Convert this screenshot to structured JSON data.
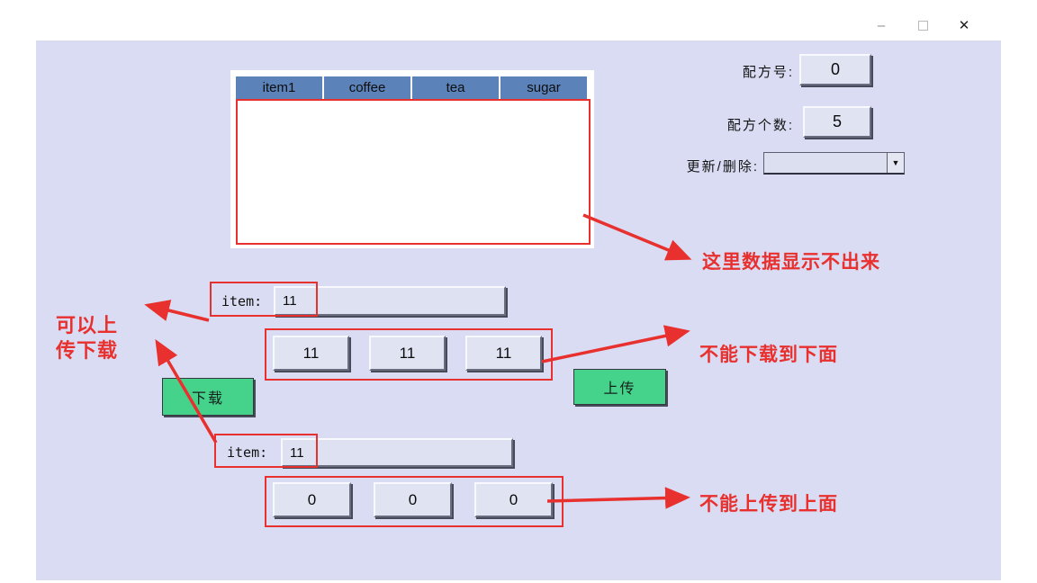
{
  "icons": {
    "minimize": "–",
    "close": "✕",
    "dropdown": "▼"
  },
  "table": {
    "headers": [
      "item1",
      "coffee",
      "tea",
      "sugar"
    ]
  },
  "recipe": {
    "no_label": "配方号:",
    "no_value": "0",
    "count_label": "配方个数:",
    "count_value": "5",
    "update_label": "更新/删除:",
    "update_value": ""
  },
  "upper": {
    "item_label": "item:",
    "item_value": "11",
    "values": [
      "11",
      "11",
      "11"
    ]
  },
  "lower": {
    "item_label": "item:",
    "item_value": "11",
    "values": [
      "0",
      "0",
      "0"
    ]
  },
  "buttons": {
    "download": "下载",
    "upload": "上传"
  },
  "notes": {
    "table_note": "这里数据显示不出来",
    "updown_line1": "可以上",
    "updown_line2": "传下载",
    "download_note": "不能下载到下面",
    "upload_note": "不能上传到上面"
  },
  "colors": {
    "panel_bg": "#d9dcf2",
    "table_header_blue": "#5b83b9",
    "button_green": "#45d38c",
    "annotation_red": "#e8302e",
    "field_bg": "#dde1f1"
  }
}
